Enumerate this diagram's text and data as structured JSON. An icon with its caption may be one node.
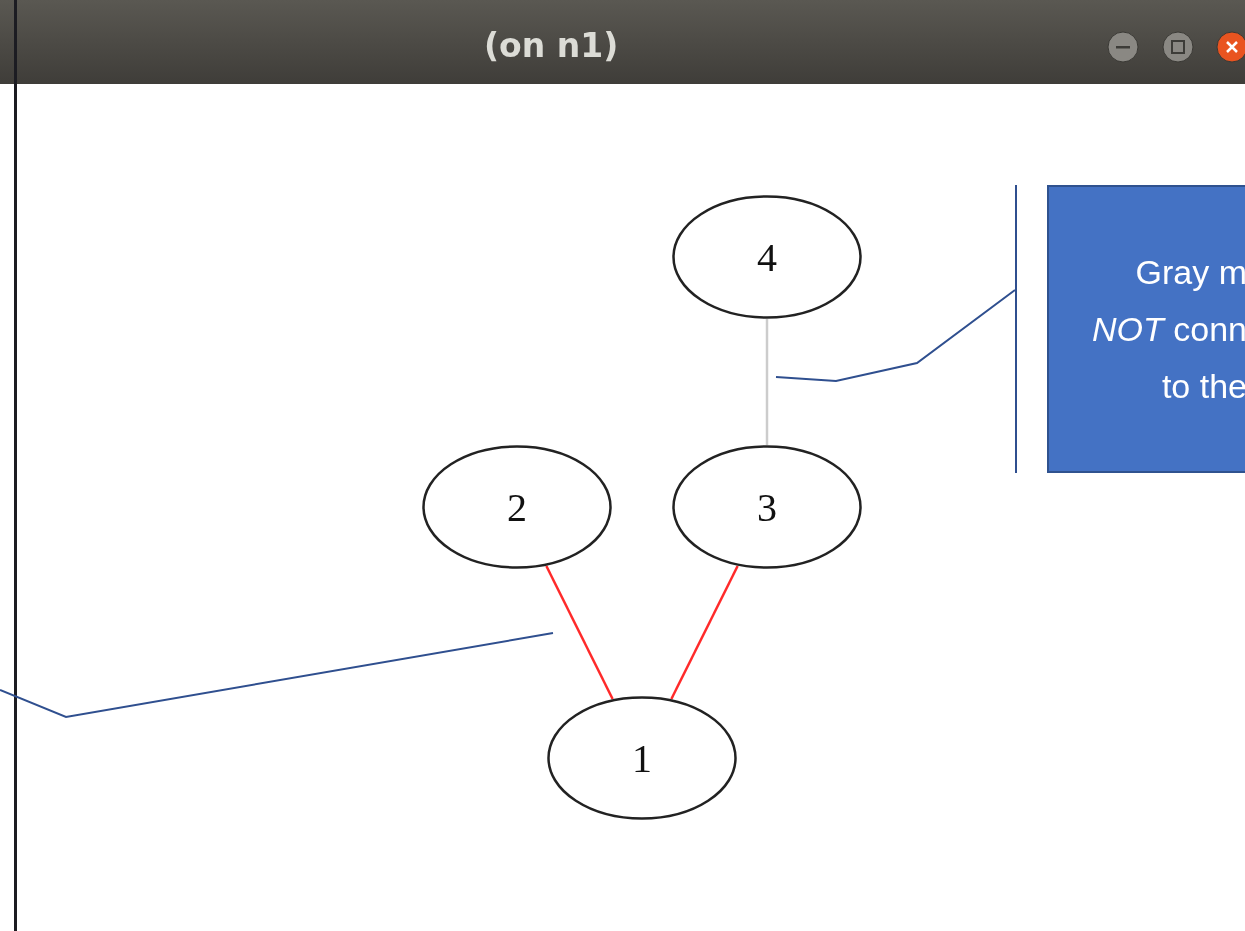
{
  "diagram": {
    "nodes": [
      {
        "text": [
          "4"
        ]
      },
      {
        "text": [
          "2"
        ]
      },
      {
        "text": [
          "3"
        ]
      },
      {
        "text": [
          "1"
        ]
      },
      {
        "text": [
          "Gray m *NOT* conn to the"
        ]
      }
    ],
    "edges": [
      {
        "from": 0,
        "to": 2,
        "arrow": "none",
        "color": "#cccccc"
      },
      {
        "from": 1,
        "to": 3,
        "arrow": "none"
      },
      {
        "from": 2,
        "to": 3,
        "arrow": "none"
      },
      {
        "from": 4,
        "to": null,
        "arrow": "none",
        "color": "#2f4f8f"
      }
    ],
    "labels": [
      "(on n1)"
    ]
  }
}
